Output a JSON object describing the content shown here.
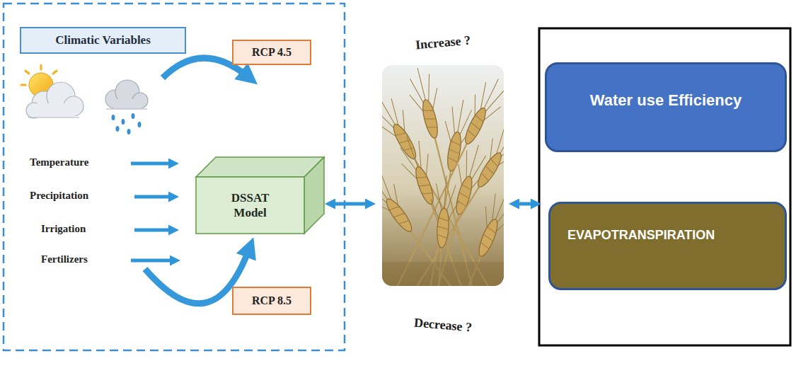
{
  "diagram": {
    "nodes": [
      {
        "text": [
          "Climatic Variables"
        ]
      },
      {
        "text": [
          "RCP 4.5"
        ]
      },
      {
        "text": [
          "DSSAT Model"
        ]
      },
      {
        "text": [
          "RCP 8.5"
        ]
      },
      {
        "text": [
          "Increase ?",
          "Decrease ?"
        ]
      },
      {
        "text": [
          "Water use Efficiency"
        ]
      },
      {
        "text": [
          "EVAPOTRANSPIRATION"
        ]
      }
    ],
    "edges": [
      {
        "from": 2,
        "to": 4,
        "arrow": "both"
      }
    ],
    "labels": [
      "Temperature",
      "Precipitation",
      "Irrigation",
      "Fertilizers"
    ]
  }
}
